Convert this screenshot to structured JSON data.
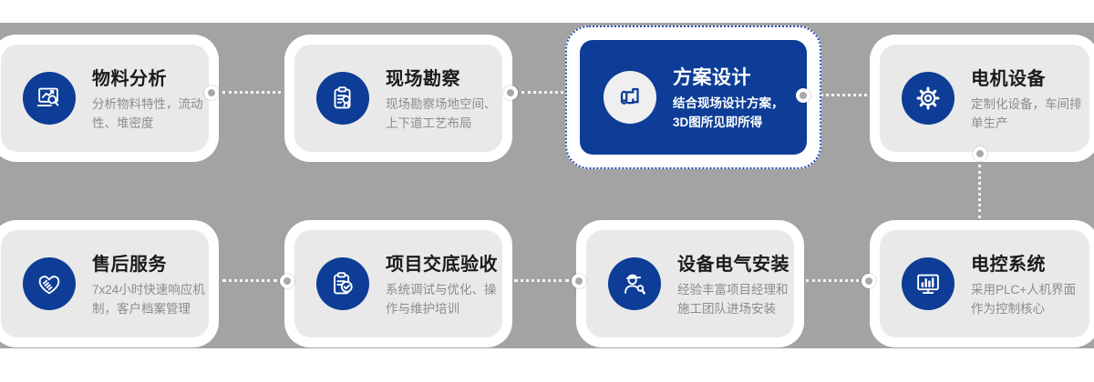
{
  "page": {
    "background_band_color": "#a3a3a3",
    "accent_blue": "#0d3d96",
    "card_background": "#e9e9e9",
    "selected_border_color": "#2b50b4"
  },
  "cards": [
    {
      "title": "物料分析",
      "desc": "分析物料特性，流动性、堆密度",
      "icon": "analysis-monitor-icon",
      "selected": false
    },
    {
      "title": "现场勘察",
      "desc": "现场勘察场地空间、上下道工艺布局",
      "icon": "survey-clipboard-icon",
      "selected": false
    },
    {
      "title": "方案设计",
      "desc": "结合现场设计方案，3D图所见即所得",
      "icon": "blueprint-icon",
      "selected": true
    },
    {
      "title": "电机设备",
      "desc": "定制化设备，车间排单生产",
      "icon": "gear-icon",
      "selected": false
    },
    {
      "title": "售后服务",
      "desc": "7x24小时快速响应机制，客户档案管理",
      "icon": "handshake-heart-icon",
      "selected": false
    },
    {
      "title": "项目交底验收",
      "desc": "系统调试与优化、操作与维护培训",
      "icon": "clipboard-check-icon",
      "selected": false
    },
    {
      "title": "设备电气安装",
      "desc": "经验丰富项目经理和施工团队进场安装",
      "icon": "worker-wrench-icon",
      "selected": false
    },
    {
      "title": "电控系统",
      "desc": "采用PLC+人机界面作为控制核心",
      "icon": "control-monitor-icon",
      "selected": false
    }
  ]
}
